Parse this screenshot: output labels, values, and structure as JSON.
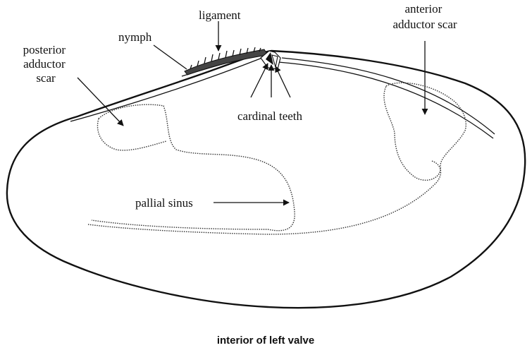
{
  "labels": {
    "ligament": "ligament",
    "nymph": "nymph",
    "posterior_adductor_scar": [
      "posterior",
      "adductor",
      "scar"
    ],
    "anterior_adductor_scar": [
      "anterior",
      "adductor scar"
    ],
    "cardinal_teeth": "cardinal teeth",
    "pallial_sinus": "pallial sinus"
  },
  "caption": "interior of left valve"
}
